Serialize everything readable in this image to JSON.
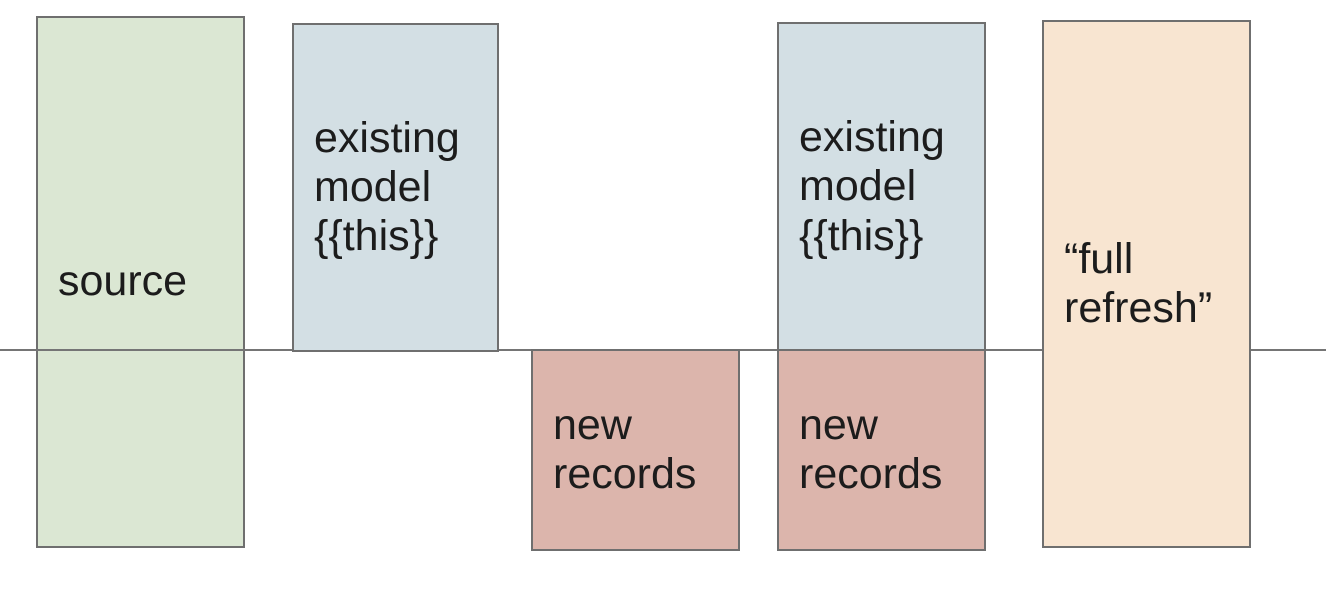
{
  "canvas": {
    "background": "#ffffff"
  },
  "palette": {
    "border": "#6f6f6f",
    "text": "#1c1c1c",
    "timeline": "#757575",
    "green": "#dbe7d3",
    "blue": "#d3dfe4",
    "pink": "#dcb5ac",
    "peach": "#f8e5d1"
  },
  "boxes": [
    {
      "key": "source",
      "label": "source",
      "fill": "#dbe7d3"
    },
    {
      "key": "existing-model-left",
      "label": "existing model {{this}}",
      "fill": "#d3dfe4"
    },
    {
      "key": "new-records-left",
      "label": "new records",
      "fill": "#dcb5ac"
    },
    {
      "key": "existing-model-right",
      "label": "existing model {{this}}",
      "fill": "#d3dfe4"
    },
    {
      "key": "new-records-right",
      "label": "new records",
      "fill": "#dcb5ac"
    },
    {
      "key": "full-refresh",
      "label": "“full refresh”",
      "fill": "#f8e5d1"
    }
  ]
}
